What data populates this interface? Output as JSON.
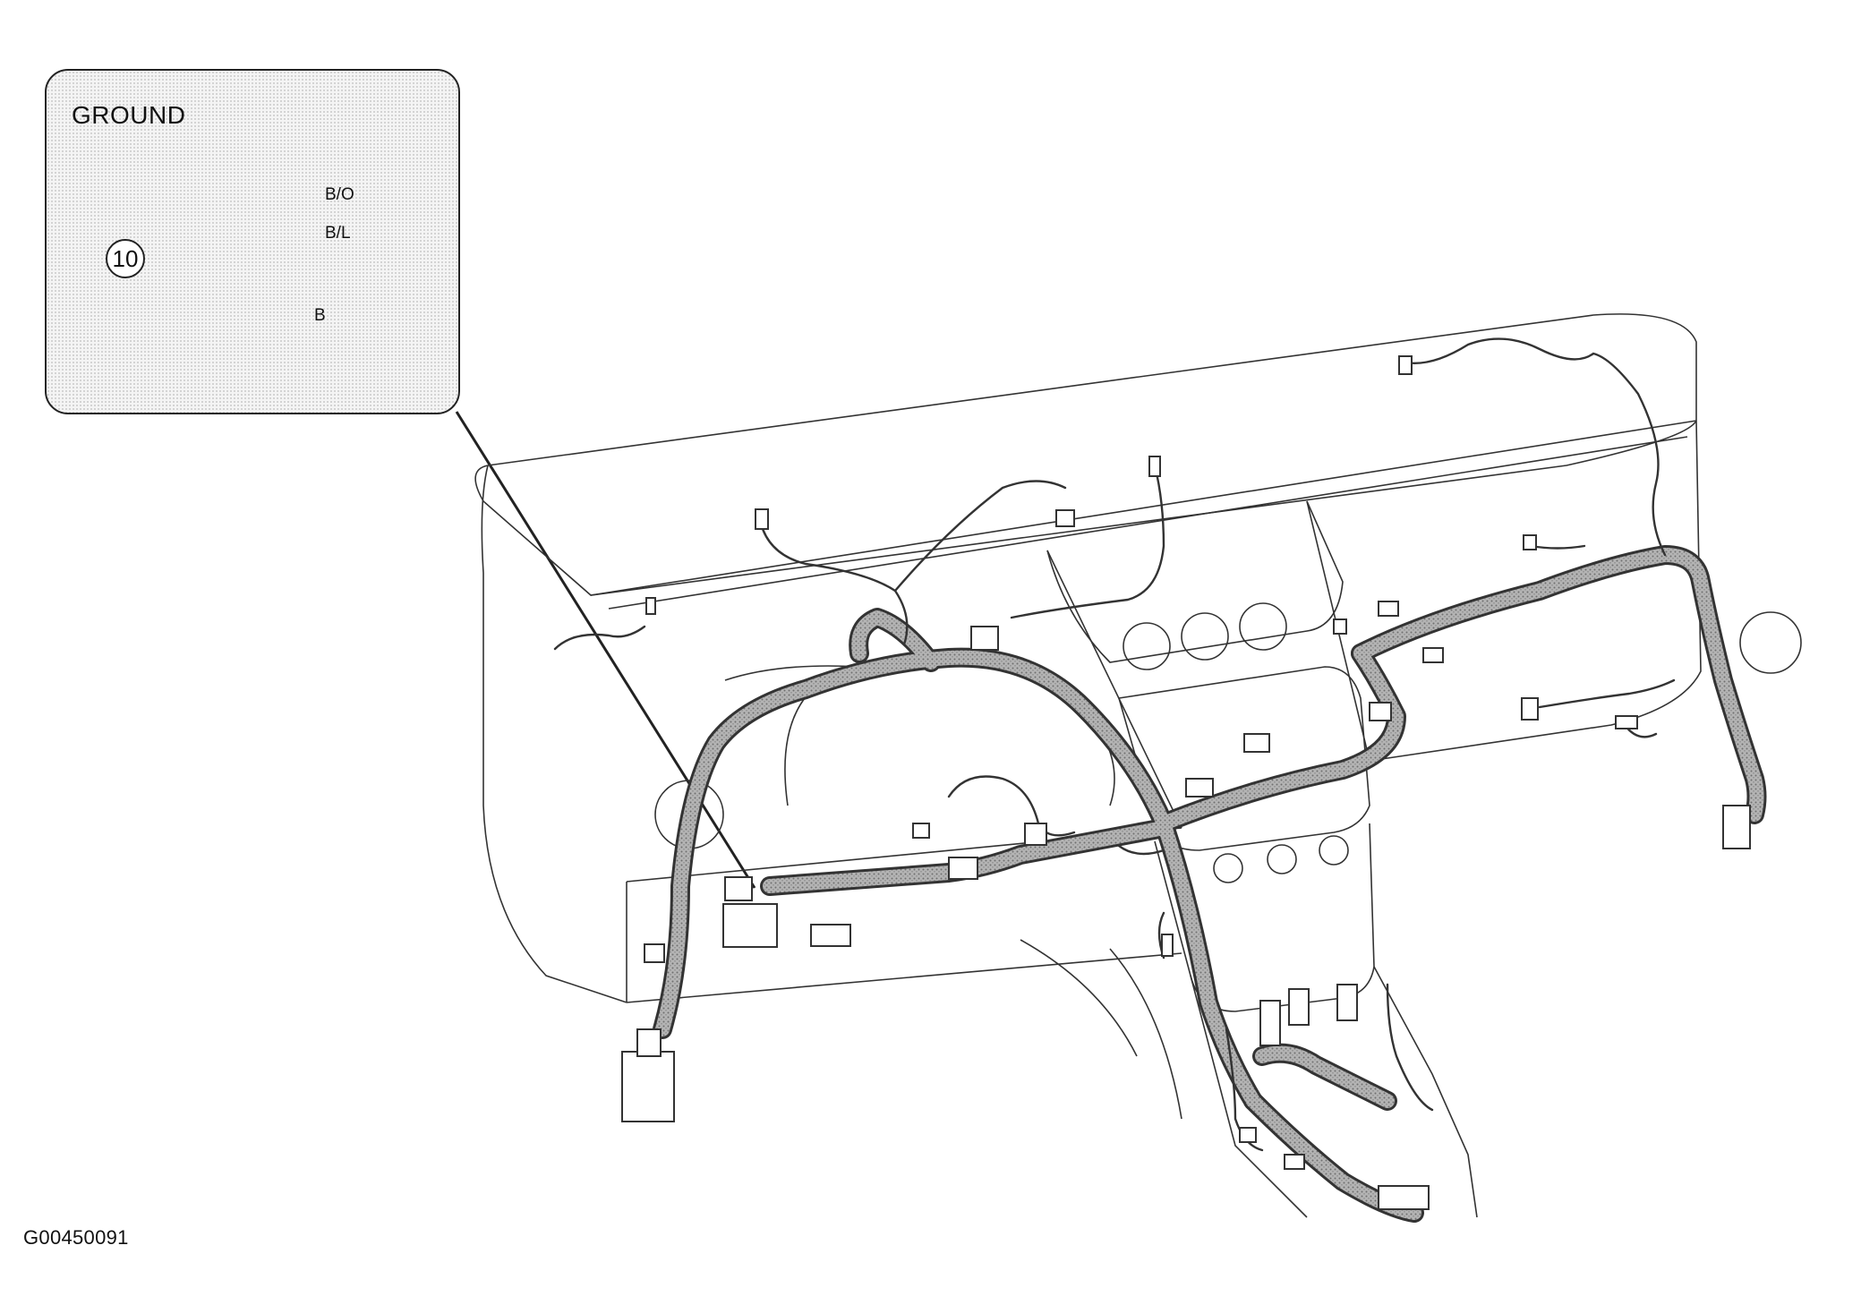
{
  "inset": {
    "title": "GROUND",
    "callout_number": "10",
    "wires": [
      {
        "code": "B/O",
        "fill": "striped"
      },
      {
        "code": "B/L",
        "fill": "striped"
      },
      {
        "code": "B",
        "fill": "solid"
      }
    ]
  },
  "figure_id": "G00450091",
  "colors": {
    "line": "#222222",
    "harness_fill": "#a9a9a9",
    "background": "#ffffff"
  }
}
